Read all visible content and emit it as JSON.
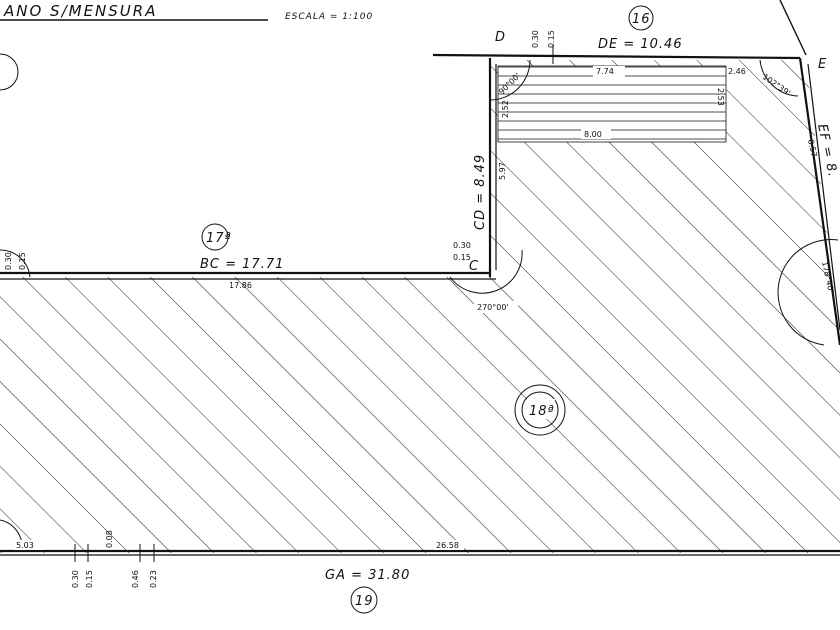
{
  "title": "ANO S/MENSURA",
  "scale": "ESCALA = 1:100",
  "lots": {
    "lot16": "16",
    "lot17": "17ª",
    "lot18": "18ª",
    "lot19": "19"
  },
  "vertices": {
    "C": "C",
    "D": "D",
    "E": "E"
  },
  "segments": {
    "DE": "DE = 10.46",
    "CD": "CD = 8.49",
    "BC": "BC = 17.71",
    "GA": "GA = 31.80",
    "EF": "EF = 8."
  },
  "dims": {
    "d030_top": "0.30",
    "d015_top": "0.15",
    "d774": "7.74",
    "d246": "2.46",
    "d800": "8.00",
    "d252": "2.52",
    "d253": "2.53",
    "d597": "5.97",
    "d030_c": "0.30",
    "d015_c": "0.15",
    "d1786": "17.86",
    "d2658": "26.58",
    "d603": "5.03",
    "d030_l": "0.30",
    "d015_l": "0.15",
    "d008": "0.08",
    "d046": "0.46",
    "d023": "0.23",
    "d030_b": "0.30",
    "d015_b": "0.15",
    "d857": "8.57"
  },
  "angles": {
    "a90": "90°00'",
    "a102": "102°39'",
    "a270": "270°00'",
    "a178": "178°40'"
  }
}
